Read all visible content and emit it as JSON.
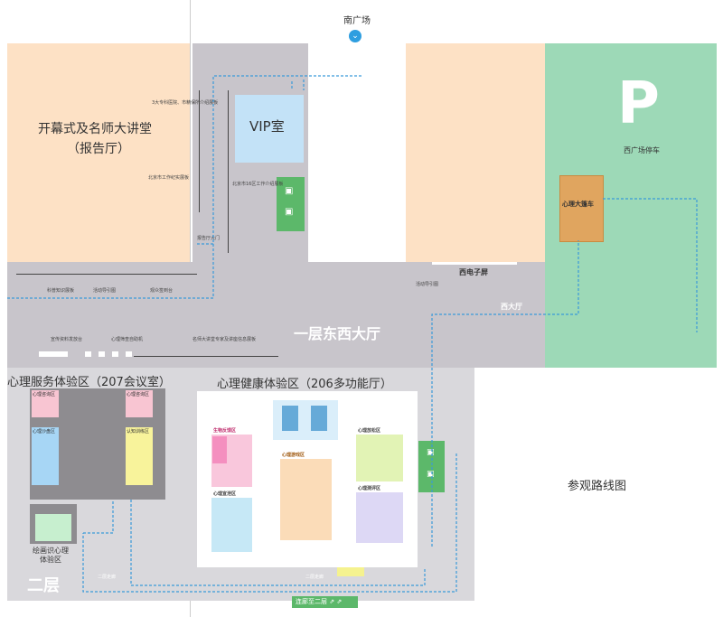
{
  "top": {
    "south_plaza": "南广场"
  },
  "areas": {
    "lecture_hall": {
      "line1": "开幕式及名师大讲堂",
      "line2": "（报告厅）"
    },
    "vip": "VIP室",
    "parking_letter": "P",
    "west_parking": "西广场停车",
    "heart_bus": "心理大篷车",
    "west_screen": "西电子屏",
    "west_hall": "西大厅",
    "main_hall": "一层东西大厅",
    "room207": "心理服务体验区（207会议室）",
    "room206": "心理健康体验区（206多功能厅）",
    "drawing": {
      "line1": "绘画识心理",
      "line2": "体验区"
    },
    "floor2": "二层",
    "map_title": "参观路线图",
    "stair_btn": "连廊至二层"
  },
  "small_labels": {
    "hospitals": "3大专科医院、市精保所介绍展板",
    "city_work": "北京市工作纪实展板",
    "districts": "北京市16区工作介绍展板",
    "hall_door": "报告厅大门",
    "science": "科普知识展板",
    "guide": "活动导引图",
    "audience": "观众签到台",
    "materials": "宣传资料发放台",
    "machine": "心理筛查自助机",
    "experts": "名师大讲堂专家及讲座信息展板",
    "activity_guide": "活动导引图",
    "floor2_left": "二层走廊",
    "floor2_mid": "二层走廊"
  },
  "room207_zones": [
    "心理咨询区",
    "心理咨询区",
    "心理沙盘区",
    "认知训练区"
  ],
  "room206_groups": [
    {
      "title": "生物反馈区",
      "color": "#f48fbf"
    },
    {
      "title": "心理宣泄区",
      "color": "#c6e8f6"
    },
    {
      "title": "心理游戏区",
      "color": "#f6c48c"
    },
    {
      "title": "心理放松区",
      "color": "#c8e57a"
    },
    {
      "title": "心理测评区",
      "color": "#b7aee6"
    }
  ],
  "colors": {
    "route": "#3a9ad9",
    "parking": "#9dd9b7",
    "hall": "#c8c5cb",
    "peach": "#fde1c5",
    "elevator": "#5cb86a"
  }
}
